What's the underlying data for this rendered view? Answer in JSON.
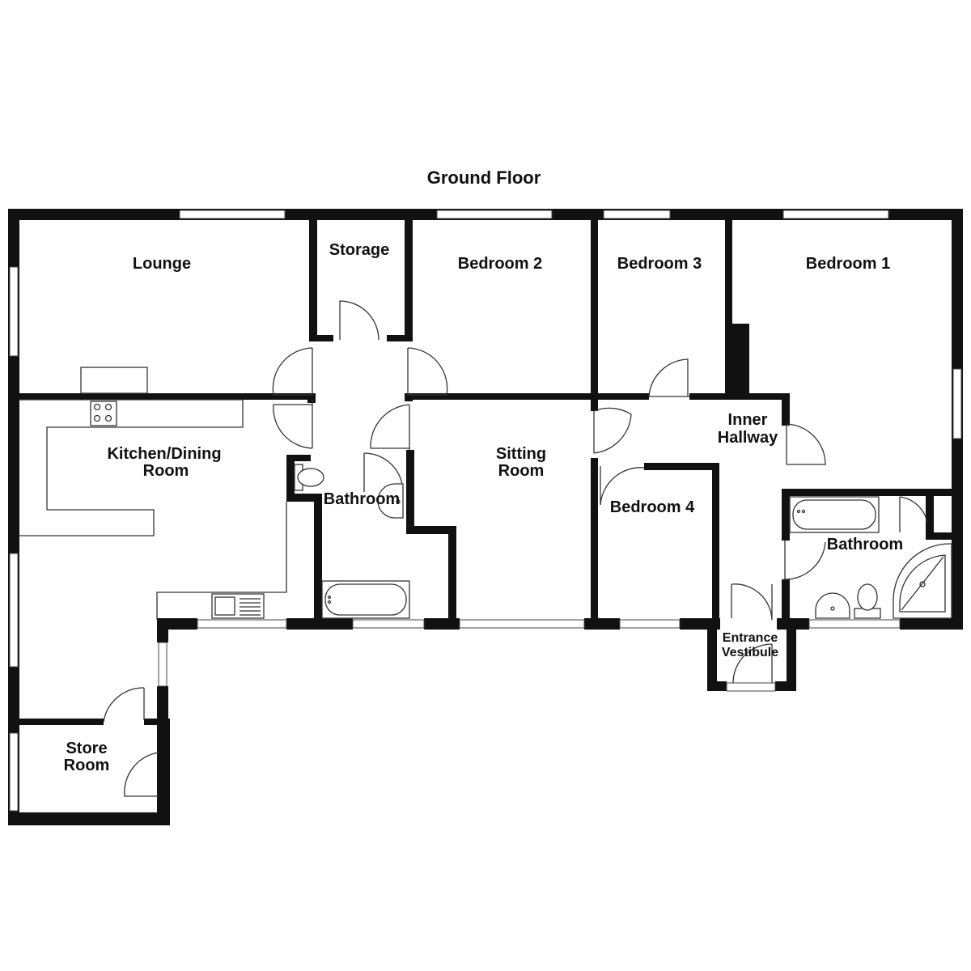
{
  "floor_title": "Ground Floor",
  "rooms": {
    "lounge": "Lounge",
    "storage": "Storage",
    "bedroom_2": "Bedroom 2",
    "bedroom_3": "Bedroom 3",
    "bedroom_1": "Bedroom 1",
    "kitchen_line1": "Kitchen/Dining",
    "kitchen_line2": "Room",
    "sitting_line1": "Sitting",
    "sitting_line2": "Room",
    "inner_hallway_line1": "Inner",
    "inner_hallway_line2": "Hallway",
    "bathroom_left": "Bathroom",
    "bedroom_4": "Bedroom 4",
    "bathroom_right": "Bathroom",
    "entrance_line1": "Entrance",
    "entrance_line2": "Vestibule",
    "store_line1": "Store",
    "store_line2": "Room"
  },
  "colors": {
    "wall": "#111111",
    "background": "#ffffff"
  }
}
